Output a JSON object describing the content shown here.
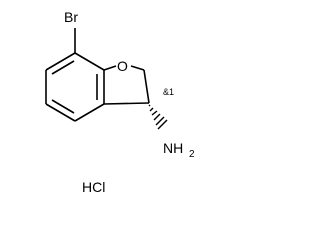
{
  "molecule": {
    "atom_labels": {
      "bromine": "Br",
      "oxygen": "O",
      "amine_n": "NH",
      "amine_subscript": "2",
      "stereo_flag": "&1"
    },
    "salt": "HCl"
  },
  "colors": {
    "ink": "#000000",
    "background": "#ffffff"
  }
}
